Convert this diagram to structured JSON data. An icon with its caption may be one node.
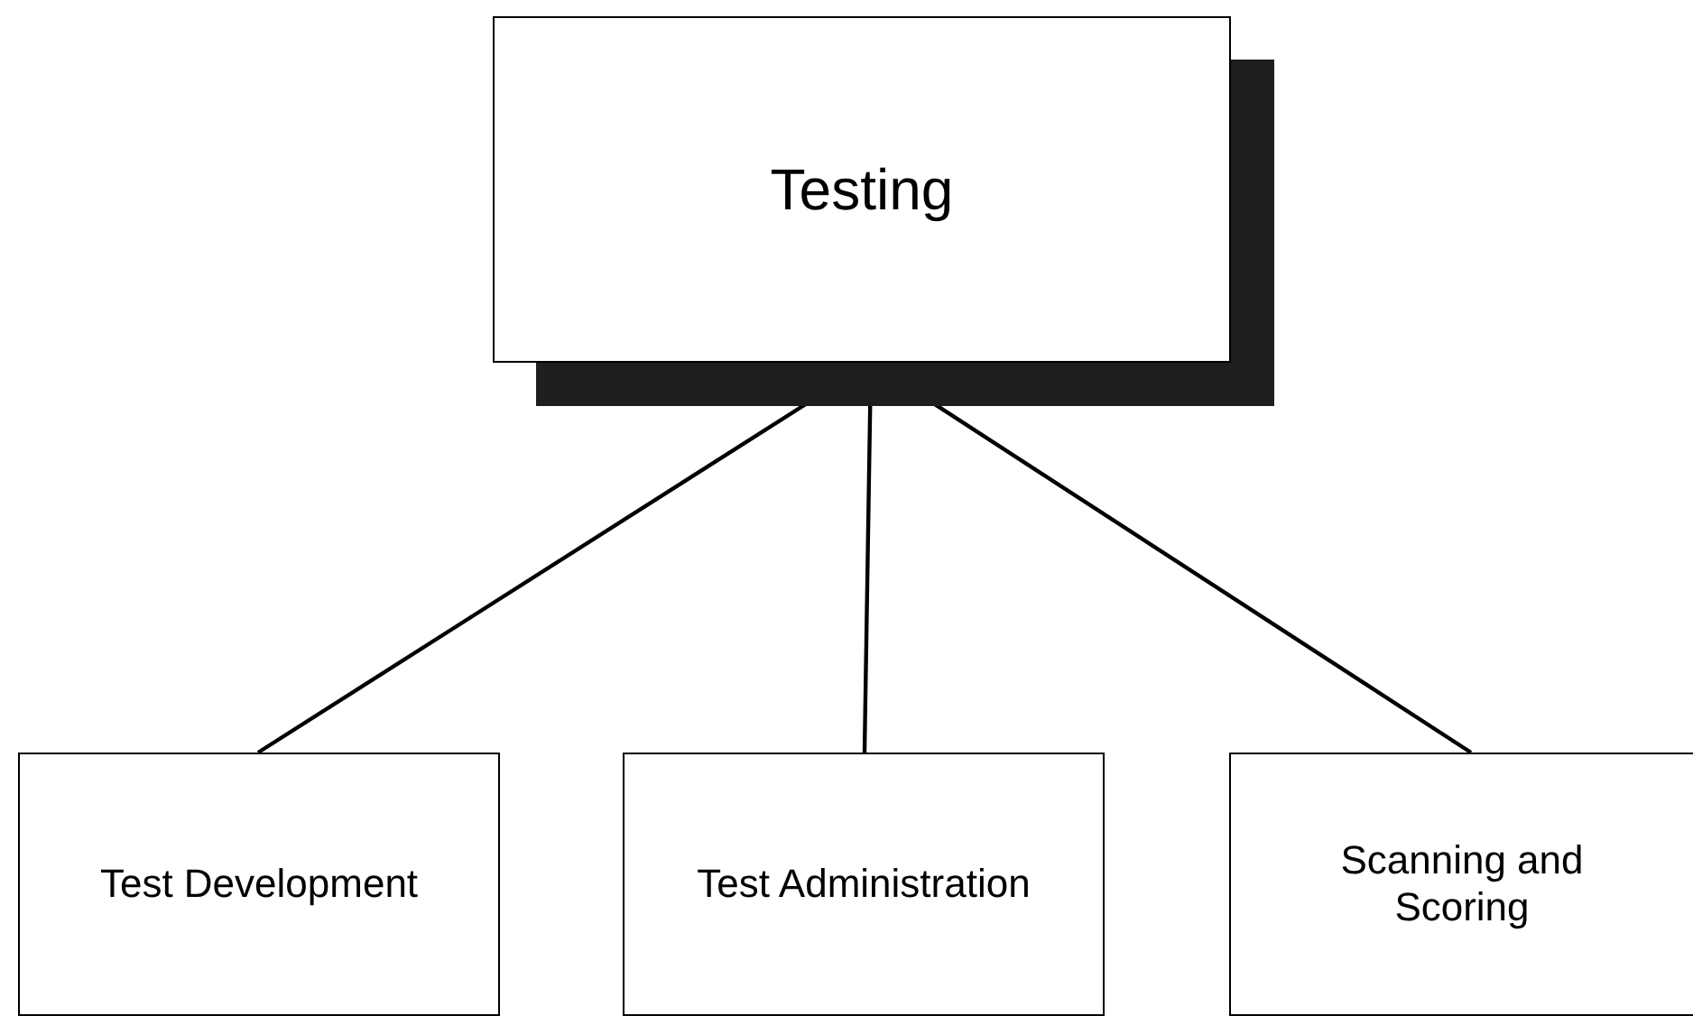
{
  "diagram": {
    "nodes": [
      {
        "text": [
          "Testing"
        ]
      },
      {
        "text": [
          "Test Development"
        ]
      },
      {
        "text": [
          "Test Administration"
        ]
      },
      {
        "text": [
          "Scanning and Scoring"
        ]
      }
    ],
    "edges": [
      {
        "from": 0,
        "to": 1,
        "arrow": "none"
      },
      {
        "from": 0,
        "to": 2,
        "arrow": "none"
      },
      {
        "from": 0,
        "to": 3,
        "arrow": "none"
      }
    ]
  }
}
